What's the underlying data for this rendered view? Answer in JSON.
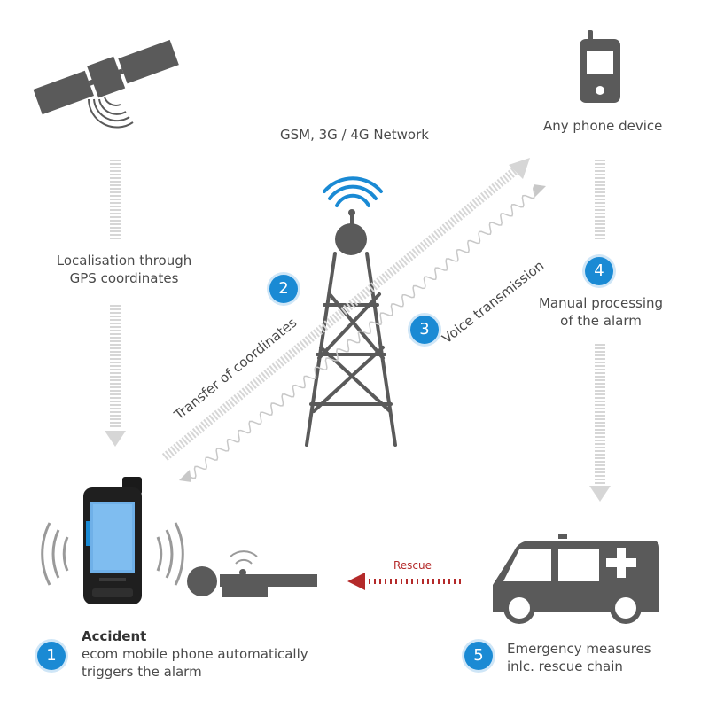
{
  "colors": {
    "accent": "#1a8ad4",
    "icon": "#5a5a5a",
    "rescue": "#b42a2a",
    "arrow": "#d9d9d9"
  },
  "labels": {
    "network": "GSM, 3G / 4G Network",
    "phone_device": "Any phone device",
    "localisation_1": "Localisation through",
    "localisation_2": "GPS coordinates",
    "transfer": "Transfer of coordinates",
    "voice": "Voice transmission",
    "manual_1": "Manual processing",
    "manual_2": "of the alarm",
    "rescue": "Rescue",
    "accident_title": "Accident",
    "accident_1": "ecom mobile phone automatically",
    "accident_2": "triggers the alarm",
    "emergency_1": "Emergency measures",
    "emergency_2": "inlc. rescue chain"
  },
  "steps": [
    "1",
    "2",
    "3",
    "4",
    "5"
  ],
  "icons": [
    "satellite-icon",
    "cell-tower-icon",
    "mobile-phone-icon",
    "smartphone-icon",
    "person-lying-icon",
    "ambulance-icon"
  ]
}
